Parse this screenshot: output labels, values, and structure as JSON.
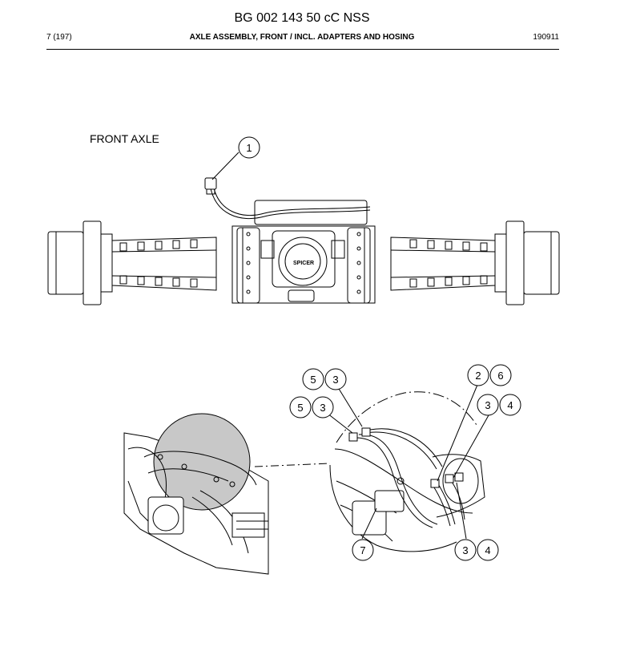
{
  "header": {
    "doc_code": "BG 002 143 50 cC NSS",
    "page": "7 (197)",
    "title": "AXLE ASSEMBLY, FRONT / INCL. ADAPTERS AND HOSING",
    "date": "190911"
  },
  "figure": {
    "section_label": "FRONT AXLE",
    "logo_text": "SPICER",
    "callouts": [
      "1",
      "5",
      "3",
      "5",
      "3",
      "2",
      "6",
      "3",
      "4",
      "7",
      "3",
      "4"
    ]
  }
}
